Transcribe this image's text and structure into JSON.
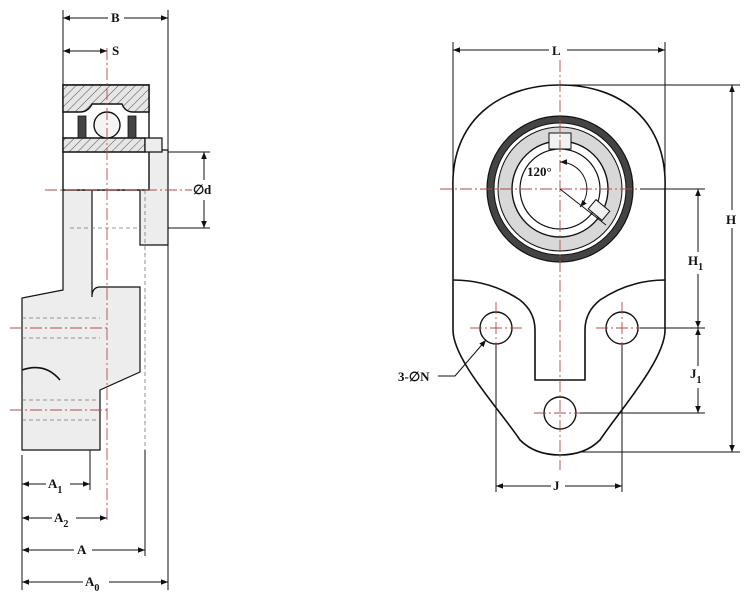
{
  "labels": {
    "B": "B",
    "S": "S",
    "d": "d",
    "L": "L",
    "H": "H",
    "H1": {
      "main": "H",
      "sub": "1"
    },
    "J1": {
      "main": "J",
      "sub": "1"
    },
    "J": "J",
    "angle": "120°",
    "bolt": "3-∅N",
    "A1": {
      "main": "A",
      "sub": "1"
    },
    "A2": {
      "main": "A",
      "sub": "2"
    },
    "A": "A",
    "A0": {
      "main": "A",
      "sub": "0"
    }
  },
  "symbols": {
    "diameter": "∅"
  }
}
